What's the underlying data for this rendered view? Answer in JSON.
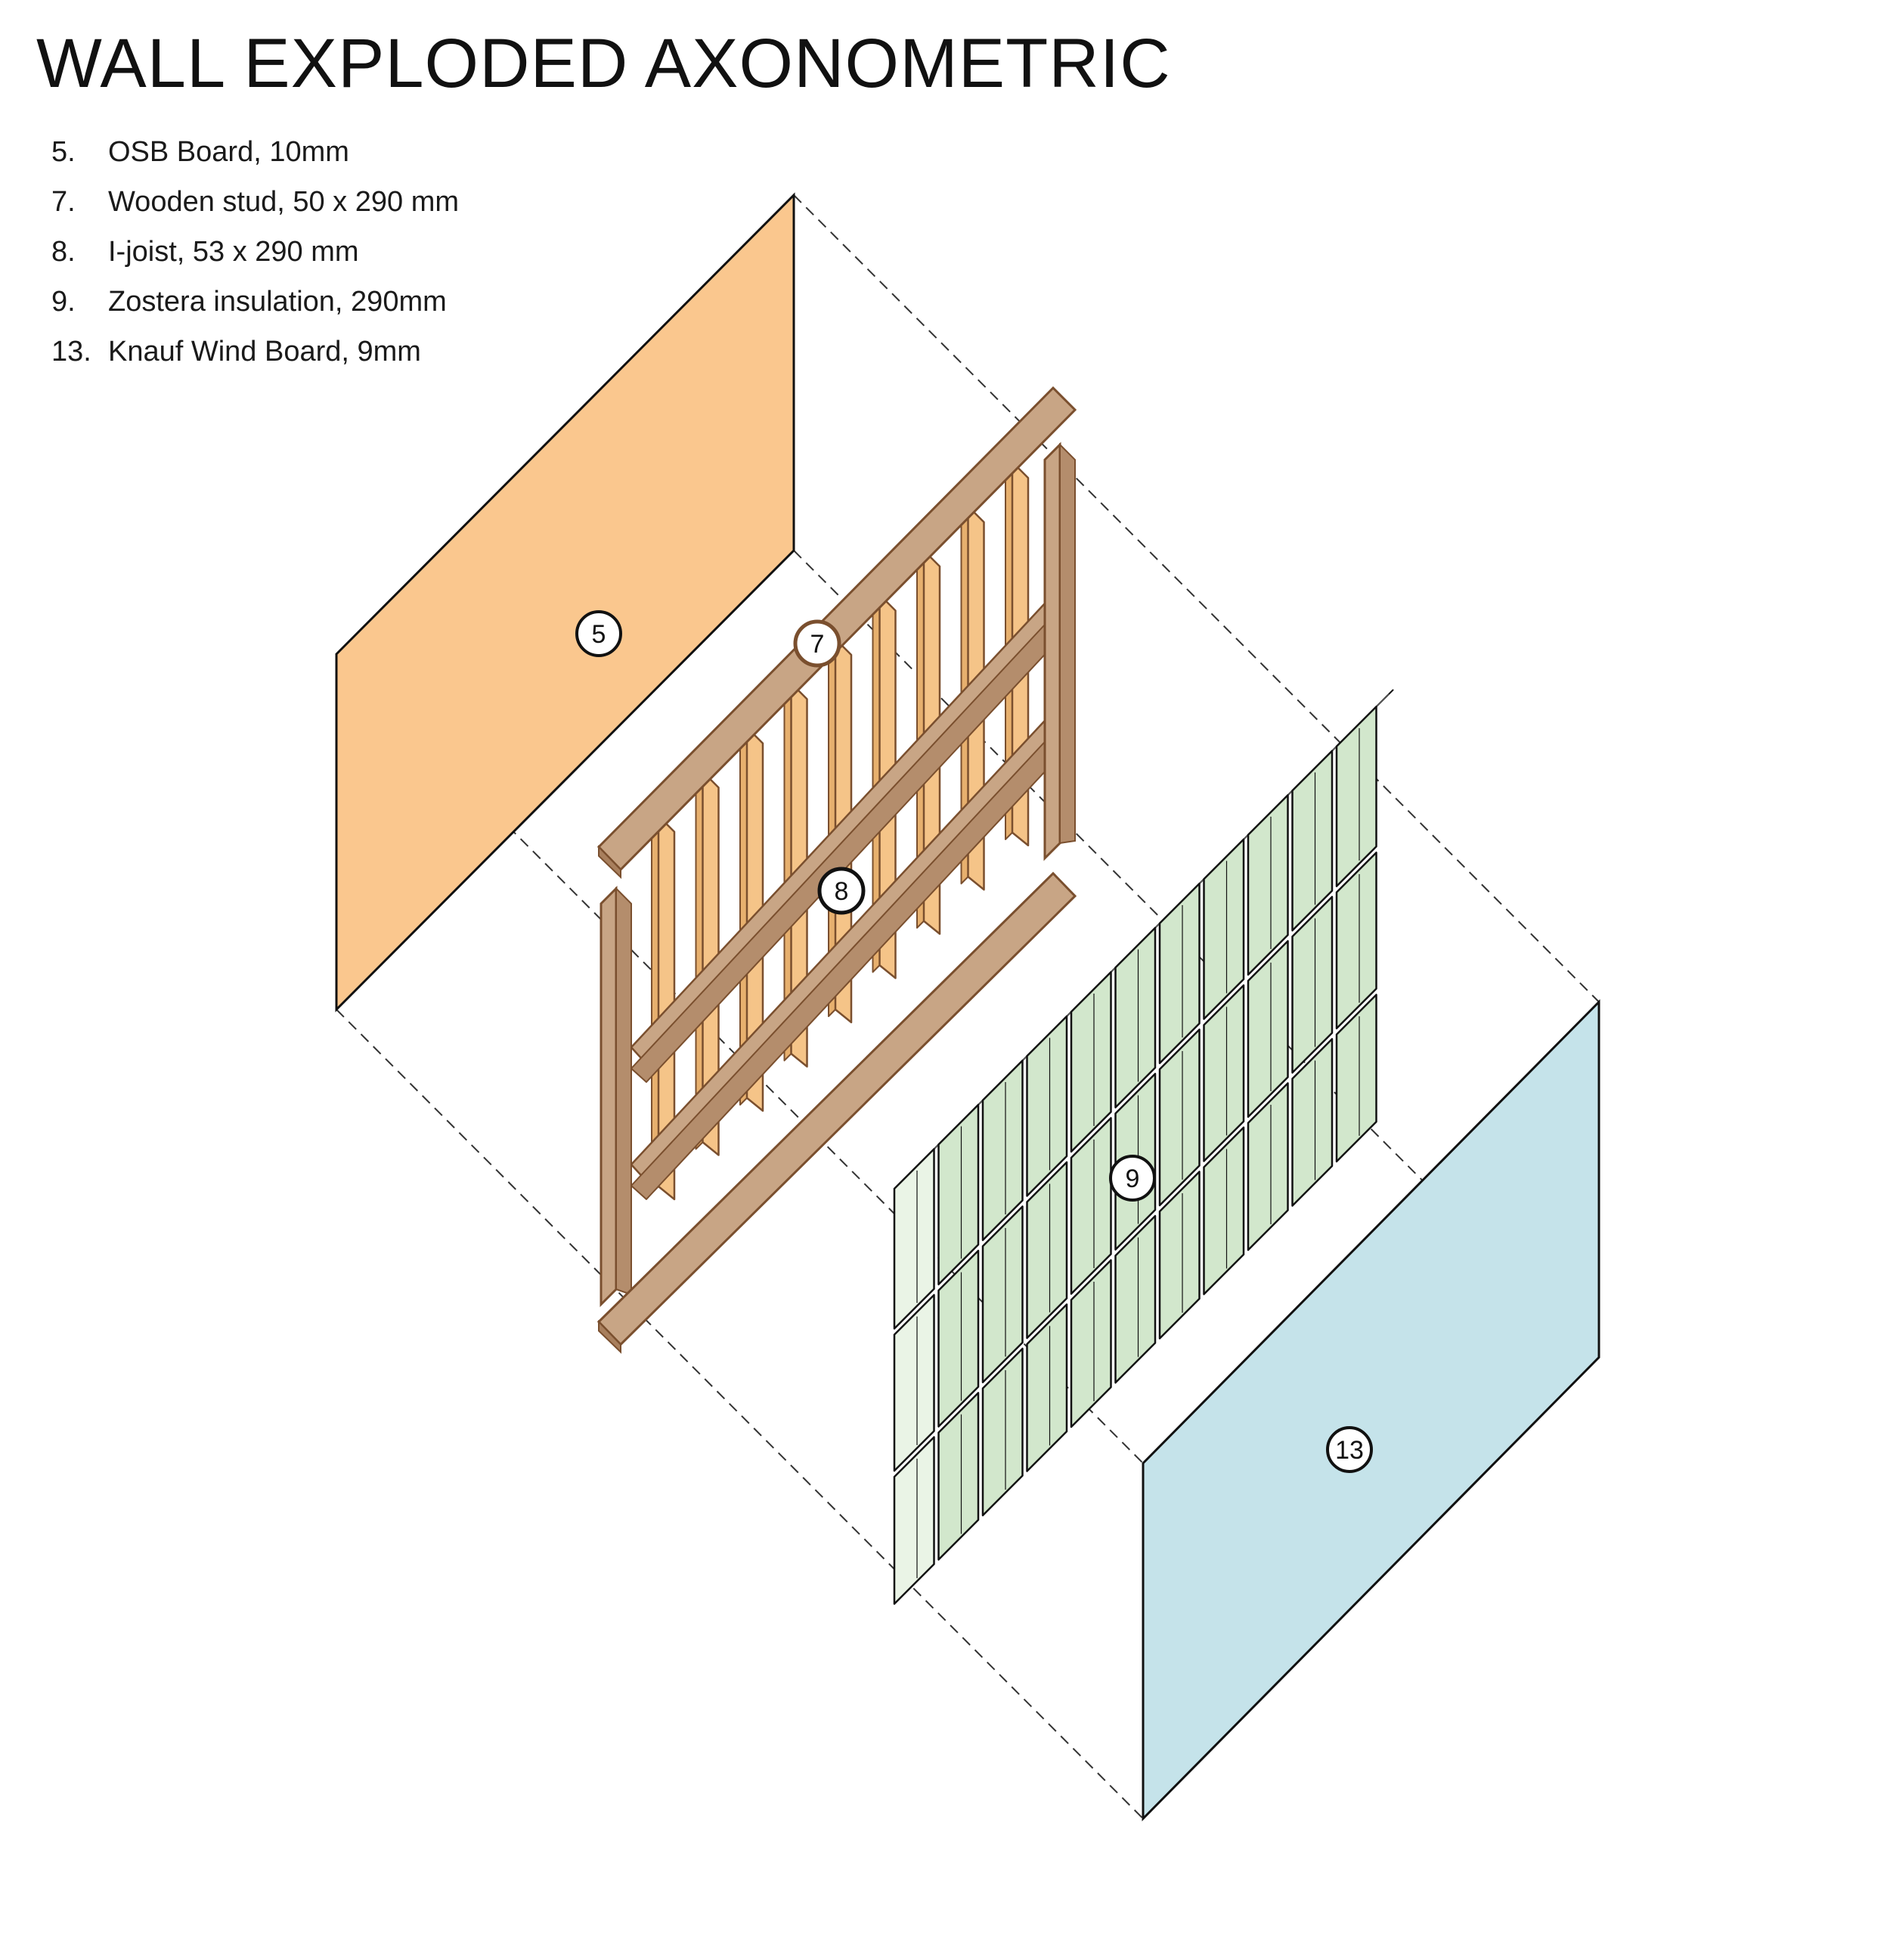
{
  "title": "WALL EXPLODED AXONOMETRIC",
  "legend": [
    {
      "num": "5.",
      "text": "OSB Board, 10mm"
    },
    {
      "num": "7.",
      "text": "Wooden stud, 50 x 290 mm"
    },
    {
      "num": "8.",
      "text": "I-joist, 53 x 290 mm"
    },
    {
      "num": "9.",
      "text": "Zostera insulation, 290mm"
    },
    {
      "num": "13.",
      "text": "Knauf Wind Board, 9mm"
    }
  ],
  "callouts": [
    {
      "label": "5",
      "ref": "osb-board"
    },
    {
      "label": "7",
      "ref": "wooden-stud"
    },
    {
      "label": "8",
      "ref": "i-joist"
    },
    {
      "label": "9",
      "ref": "zostera-insulation"
    },
    {
      "label": "13",
      "ref": "knauf-wind-board"
    }
  ],
  "colors": {
    "osb": "#FAC78E",
    "stud": "#C8A585",
    "stud_stroke": "#7A4F2E",
    "joist": "#F5C488",
    "joist_edge": "#E7B06E",
    "insulation": "#D2E7CC",
    "insulation_light": "#EAF4E6",
    "wind_board": "#C5E3EA",
    "line": "#111111"
  }
}
